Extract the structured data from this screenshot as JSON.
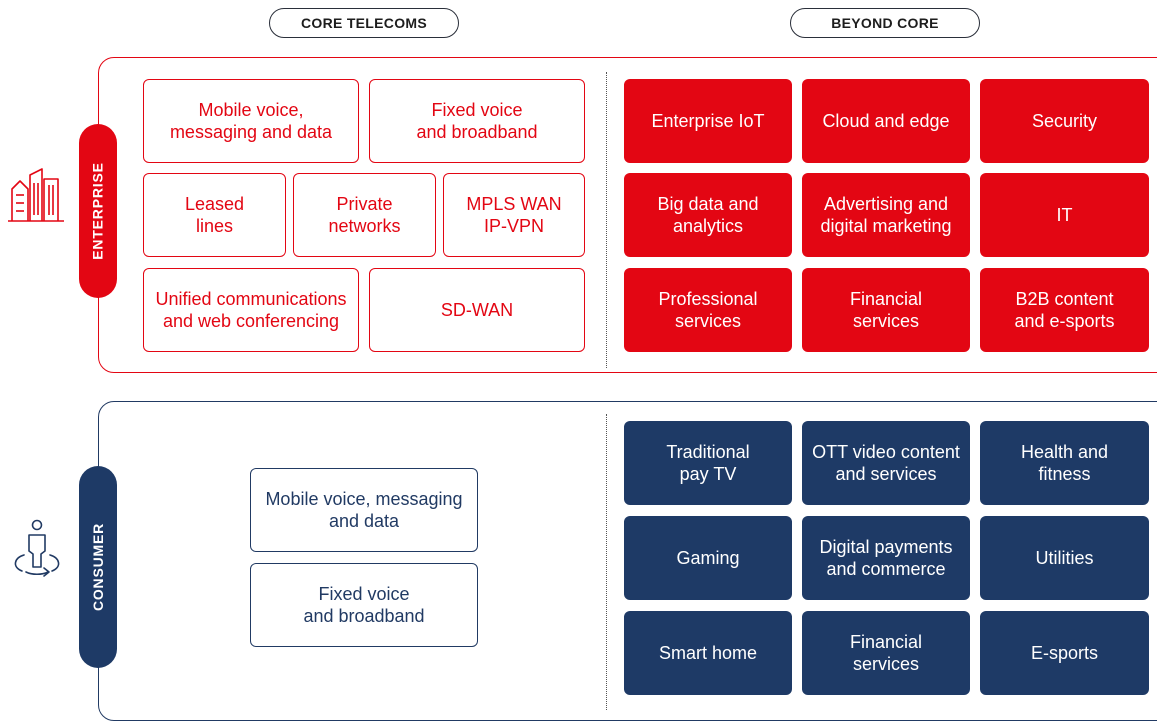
{
  "headers": {
    "core": "CORE TELECOMS",
    "beyond": "BEYOND CORE"
  },
  "colors": {
    "enterprise": "#e30613",
    "consumer": "#1e3a66"
  },
  "enterprise": {
    "label": "ENTERPRISE",
    "icon": "building-icon",
    "core": [
      "Mobile voice,\nmessaging and data",
      "Fixed voice\nand broadband",
      "Leased\nlines",
      "Private\nnetworks",
      "MPLS WAN\nIP-VPN",
      "Unified communications\nand web conferencing",
      "SD-WAN"
    ],
    "beyond": [
      "Enterprise IoT",
      "Cloud and edge",
      "Security",
      "Big data and\nanalytics",
      "Advertising and\ndigital marketing",
      "IT",
      "Professional\nservices",
      "Financial\nservices",
      "B2B content\nand e-sports"
    ]
  },
  "consumer": {
    "label": "CONSUMER",
    "icon": "person-location-icon",
    "core": [
      "Mobile voice, messaging\nand data",
      "Fixed voice\nand broadband"
    ],
    "beyond": [
      "Traditional\npay TV",
      "OTT video content\nand services",
      "Health and\nfitness",
      "Gaming",
      "Digital payments\nand commerce",
      "Utilities",
      "Smart home",
      "Financial\nservices",
      "E-sports"
    ]
  }
}
